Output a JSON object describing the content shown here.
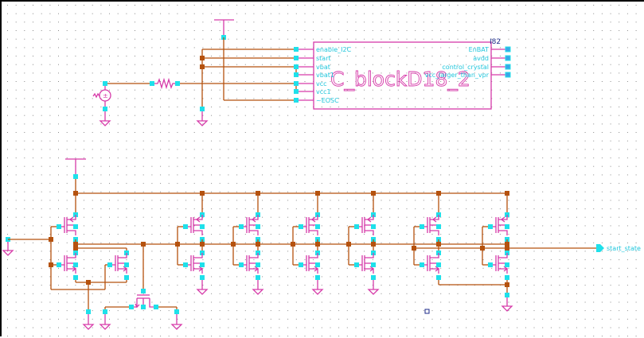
{
  "app": {
    "type": "schematic-editor",
    "background": "#ffffff",
    "grid_color": "#8a8a8a",
    "colors": {
      "wire": "#b5520e",
      "symbol": "#d63aa9",
      "pin": "#1fe0ea",
      "label": "#1fc6dc",
      "instance_label": "#1b2a8a"
    }
  },
  "block": {
    "name": "C_blockD18_2",
    "instance": "I82",
    "left_pins": [
      "enable_I2C",
      "start",
      "vbat",
      "vbat1",
      "vcc",
      "vcc1",
      "~EOSC"
    ],
    "right_pins": [
      "EnBAT",
      "avdd",
      "control_crystal",
      "vcc_larger_than_vpr"
    ]
  },
  "components": {
    "source": {
      "label": "voltage-source"
    },
    "resistor": {
      "label": "resistor"
    }
  },
  "nets": {
    "output": "start_state"
  },
  "transistor_stages": 7
}
